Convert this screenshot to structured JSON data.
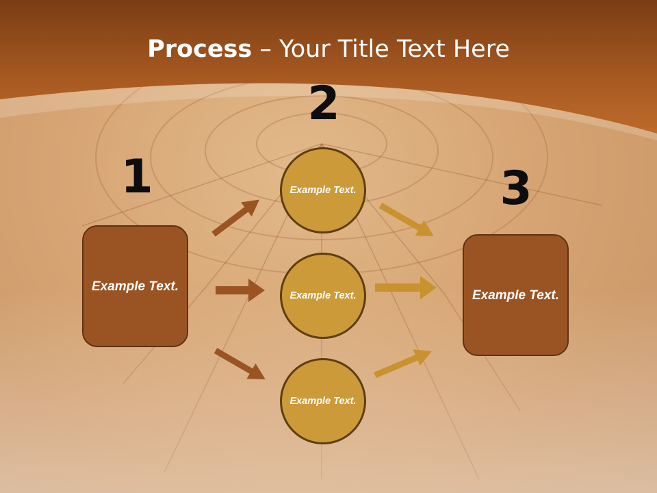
{
  "title": {
    "bold": "Process",
    "rest": " – Your Title Text Here"
  },
  "steps": [
    {
      "number": "1",
      "label": "Example Text."
    },
    {
      "number": "2",
      "labels": [
        "Example Text.",
        "Example Text.",
        "Example Text."
      ]
    },
    {
      "number": "3",
      "label": "Example Text."
    }
  ],
  "colors": {
    "header": "#a85a22",
    "box": "#9a5424",
    "circle": "#cc9a38",
    "arrow_left": "#9a5424",
    "arrow_right": "#c8922e"
  }
}
